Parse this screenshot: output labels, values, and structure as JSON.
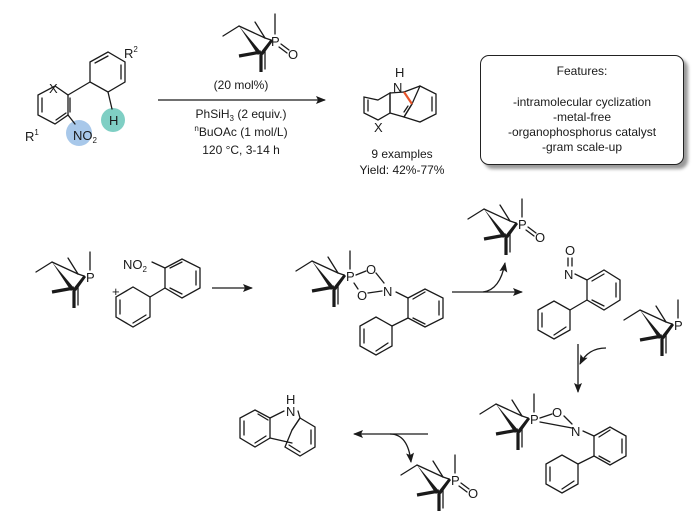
{
  "scheme": {
    "colors": {
      "nitro_highlight": "#a8c8ea",
      "h_highlight": "#7fcfc4",
      "new_bond": "#e8542a",
      "ink": "#1a1a1a",
      "box_shadow": "#9a9a9a"
    },
    "reaction": {
      "substrate": {
        "atoms": {
          "x": "X",
          "r1": "R",
          "r1_sup": "1",
          "r2": "R",
          "r2_sup": "2",
          "no2": "NO",
          "no2_sub": "2",
          "h": "H"
        }
      },
      "catalyst_atoms": {
        "p": "P",
        "o": "O"
      },
      "conditions": {
        "catalyst_loading": "(20 mol%)",
        "reductant": "PhSiH",
        "reductant_sub": "3",
        "reductant_amount": " (2 equiv.)",
        "solvent_sup": "n",
        "solvent": "BuOAc (1 mol/L)",
        "temp_time": "120 °C, 3-14 h"
      },
      "product": {
        "atoms": {
          "nh_h": "H",
          "n": "N",
          "x": "X"
        },
        "examples": "9 examples",
        "yield": "Yield: 42%-77%"
      }
    },
    "features": {
      "title": "Features:",
      "items": [
        "-intramolecular cyclization",
        "-metal-free",
        "-organophosphorus catalyst",
        "-gram scale-up"
      ]
    },
    "mechanism": {
      "plus": "+",
      "atoms": {
        "p": "P",
        "o": "O",
        "n": "N",
        "h": "H",
        "no2": "NO",
        "no2_sub": "2"
      }
    }
  }
}
